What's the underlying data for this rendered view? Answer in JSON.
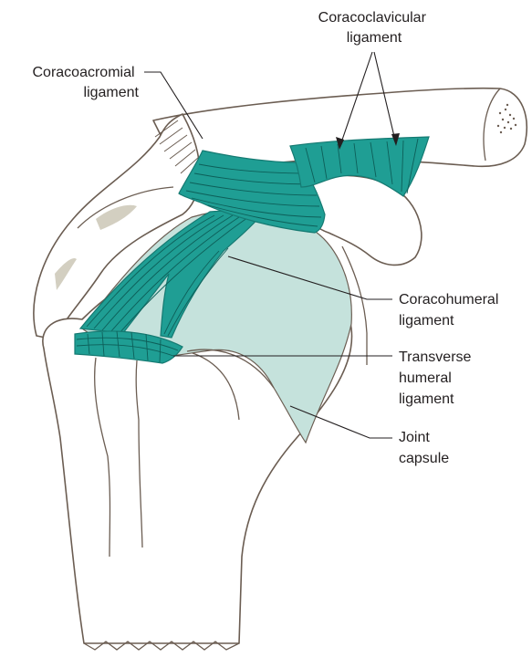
{
  "labels": {
    "coracoclavicular": [
      "Coracoclavicular",
      "ligament"
    ],
    "coracoacromial": [
      "Coracoacromial",
      "ligament"
    ],
    "coracohumeral": [
      "Coracohumeral",
      "ligament"
    ],
    "transverse_humeral": [
      "Transverse",
      "humeral",
      "ligament"
    ],
    "joint_capsule": [
      "Joint",
      "capsule"
    ]
  },
  "colors": {
    "ligament": "#1f9e94",
    "ligament_fibre": "#0d5f59",
    "capsule": "#c5e2dc",
    "bone_outline": "#6b5d52",
    "label_text": "#231f20"
  }
}
